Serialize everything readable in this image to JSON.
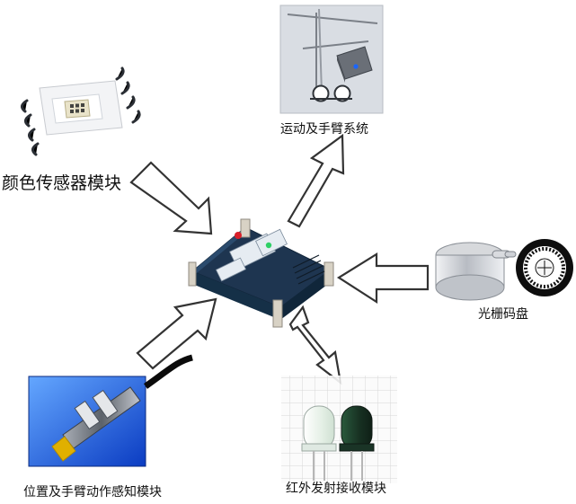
{
  "diagram": {
    "labels": {
      "color_sensor": "颜色传感器模块",
      "motion_arm_system": "运动及手臂系统",
      "encoder_disk": "光栅码盘",
      "infrared_module": "红外发射接收模块",
      "position_arm_sensor": "位置及手臂动作感知模块"
    }
  },
  "colors": {
    "arrow_stroke": "#333333",
    "arrow_fill": "#ffffff",
    "board_pcb": "#1f3b52",
    "board_frame": "#d9d1c3",
    "sensor_body": "#e9ecef",
    "encoder_metal": "#b9bcc2",
    "ir_led_clear": "#e9f1e8",
    "ir_led_dark": "#1e3a28",
    "prox_sensor_body": "#5a5f66",
    "prox_sensor_tip": "#e0b000",
    "grid_bg": "#f7f7f7",
    "grid_line": "#cfcfcf"
  },
  "icons": {
    "board": "fpga-board-icon",
    "color_sensor": "color-sensor-chip-icon",
    "robot_arm": "robot-arm-3d-icon",
    "encoder": "optical-encoder-icon",
    "ir_leds": "infrared-led-pair-icon",
    "prox_sensor": "proximity-sensor-icon"
  }
}
